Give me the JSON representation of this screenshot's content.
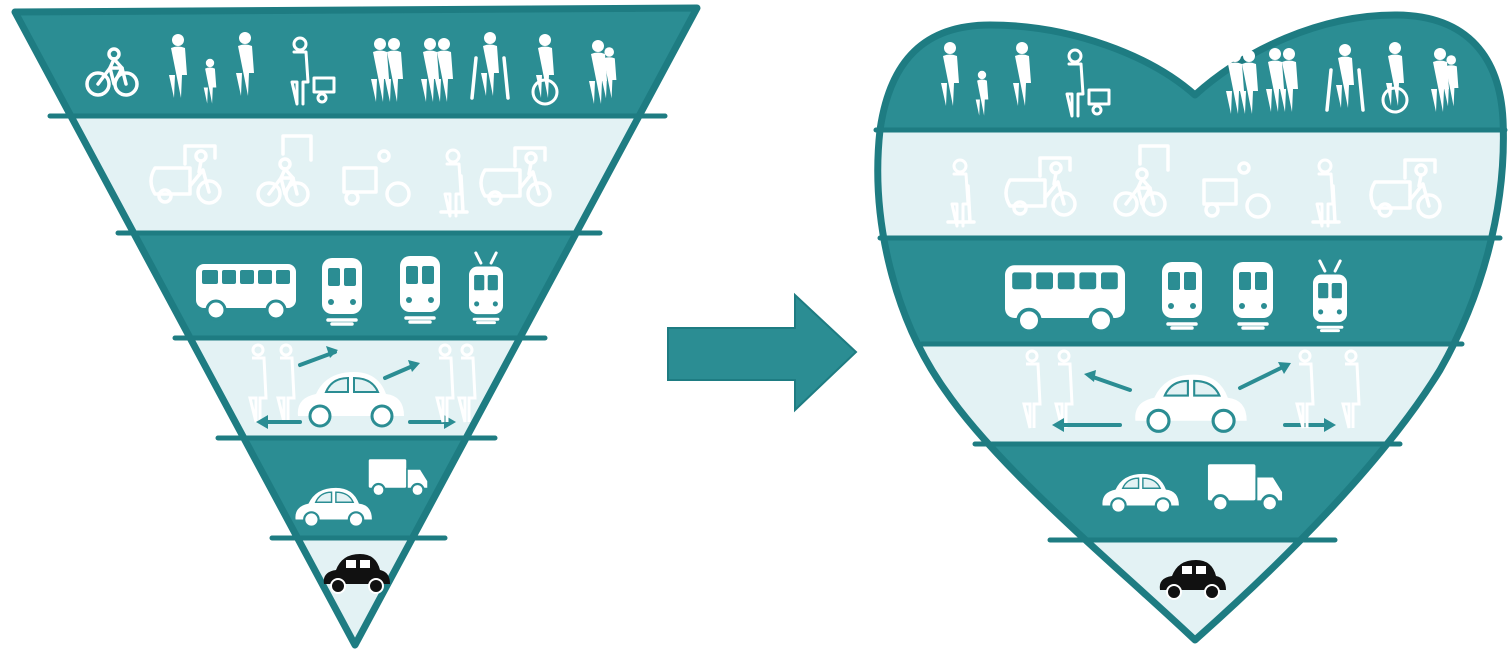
{
  "colors": {
    "teal_dark": "#2b8d93",
    "teal_outline": "#1e7c82",
    "teal_light": "#e3f2f4",
    "icon_light": "#ffffff",
    "private_car": "#111111"
  },
  "left_diagram": {
    "shape": "inverted-triangle",
    "tiers": [
      {
        "tier": 1,
        "fill": "dark",
        "icons": [
          "cyclist-with-child-icon",
          "person-with-cane-icon",
          "child-icon",
          "elderly-person-icon",
          "person-with-stroller-icon",
          "walking-couple-icon",
          "family-icon",
          "person-on-crutches-icon",
          "wheelchair-user-icon",
          "parent-with-children-icon"
        ]
      },
      {
        "tier": 2,
        "fill": "light",
        "icons": [
          "electric-cargo-bike-icon",
          "electric-bicycle-icon",
          "cargo-tricycle-icon",
          "scooter-rider-icon",
          "cargo-bike-icon"
        ]
      },
      {
        "tier": 3,
        "fill": "dark",
        "icons": [
          "bus-icon",
          "tram-icon",
          "train-icon",
          "trolleybus-icon"
        ]
      },
      {
        "tier": 4,
        "fill": "light",
        "icons": [
          "pedestrians-icon",
          "shared-car-icon",
          "share-arrows-icon"
        ]
      },
      {
        "tier": 5,
        "fill": "dark",
        "icons": [
          "electric-car-icon",
          "delivery-truck-icon"
        ]
      },
      {
        "tier": 6,
        "fill": "light",
        "icons": [
          "private-car-icon"
        ]
      }
    ]
  },
  "right_diagram": {
    "shape": "heart",
    "tiers": [
      {
        "tier": 1,
        "fill": "dark",
        "icons": [
          "person-with-cane-icon",
          "child-icon",
          "elderly-person-icon",
          "person-with-stroller-icon",
          "walking-couple-icon",
          "family-icon",
          "person-on-crutches-icon",
          "wheelchair-user-icon",
          "parent-with-children-icon"
        ]
      },
      {
        "tier": 2,
        "fill": "light",
        "icons": [
          "scooter-rider-icon",
          "electric-cargo-bike-icon",
          "electric-bicycle-icon",
          "cargo-tricycle-icon",
          "scooter-rider-icon",
          "cargo-bike-icon"
        ]
      },
      {
        "tier": 3,
        "fill": "dark",
        "icons": [
          "bus-icon",
          "tram-icon",
          "train-icon",
          "trolleybus-icon"
        ]
      },
      {
        "tier": 4,
        "fill": "light",
        "icons": [
          "pedestrians-icon",
          "shared-car-icon",
          "share-arrows-icon"
        ]
      },
      {
        "tier": 5,
        "fill": "dark",
        "icons": [
          "electric-car-icon",
          "delivery-truck-icon"
        ]
      },
      {
        "tier": 6,
        "fill": "light",
        "icons": [
          "private-car-icon"
        ]
      }
    ]
  },
  "transition_arrow": {
    "icon": "right-arrow-icon",
    "direction": "right"
  }
}
